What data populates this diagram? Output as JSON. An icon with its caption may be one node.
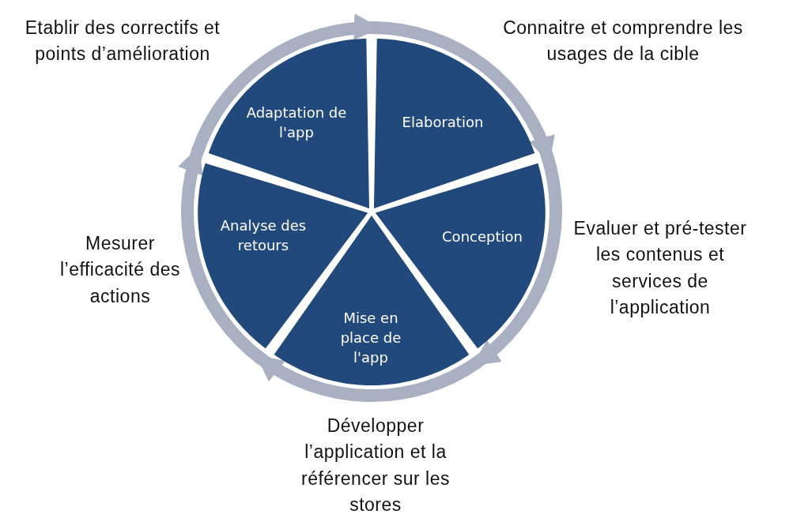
{
  "diagram": {
    "nodes": [
      {
        "text": [
          "Adaptation de l'app"
        ],
        "beside": [
          "Etablir des correctifs et points d’amélioration"
        ]
      },
      {
        "text": [
          "Elaboration"
        ],
        "beside": [
          "Connaitre et comprendre les usages de la cible"
        ]
      },
      {
        "text": [
          "Conception"
        ],
        "beside": [
          "Evaluer et pré-tester les contenus et services de l’application"
        ]
      },
      {
        "text": [
          "Mise en place de l'app"
        ],
        "beside": [
          "Développer l’application et la référencer sur les stores"
        ]
      },
      {
        "text": [
          "Analyse des retours"
        ],
        "beside": [
          "Mesurer l’efficacité des actions"
        ]
      }
    ],
    "edges": [
      {
        "from": 1,
        "to": 2,
        "arrow": "to"
      },
      {
        "from": 2,
        "to": 3,
        "arrow": "to"
      },
      {
        "from": 3,
        "to": 4,
        "arrow": "to"
      },
      {
        "from": 4,
        "to": 0,
        "arrow": "to"
      },
      {
        "from": 0,
        "to": 1,
        "arrow": "to"
      }
    ]
  }
}
